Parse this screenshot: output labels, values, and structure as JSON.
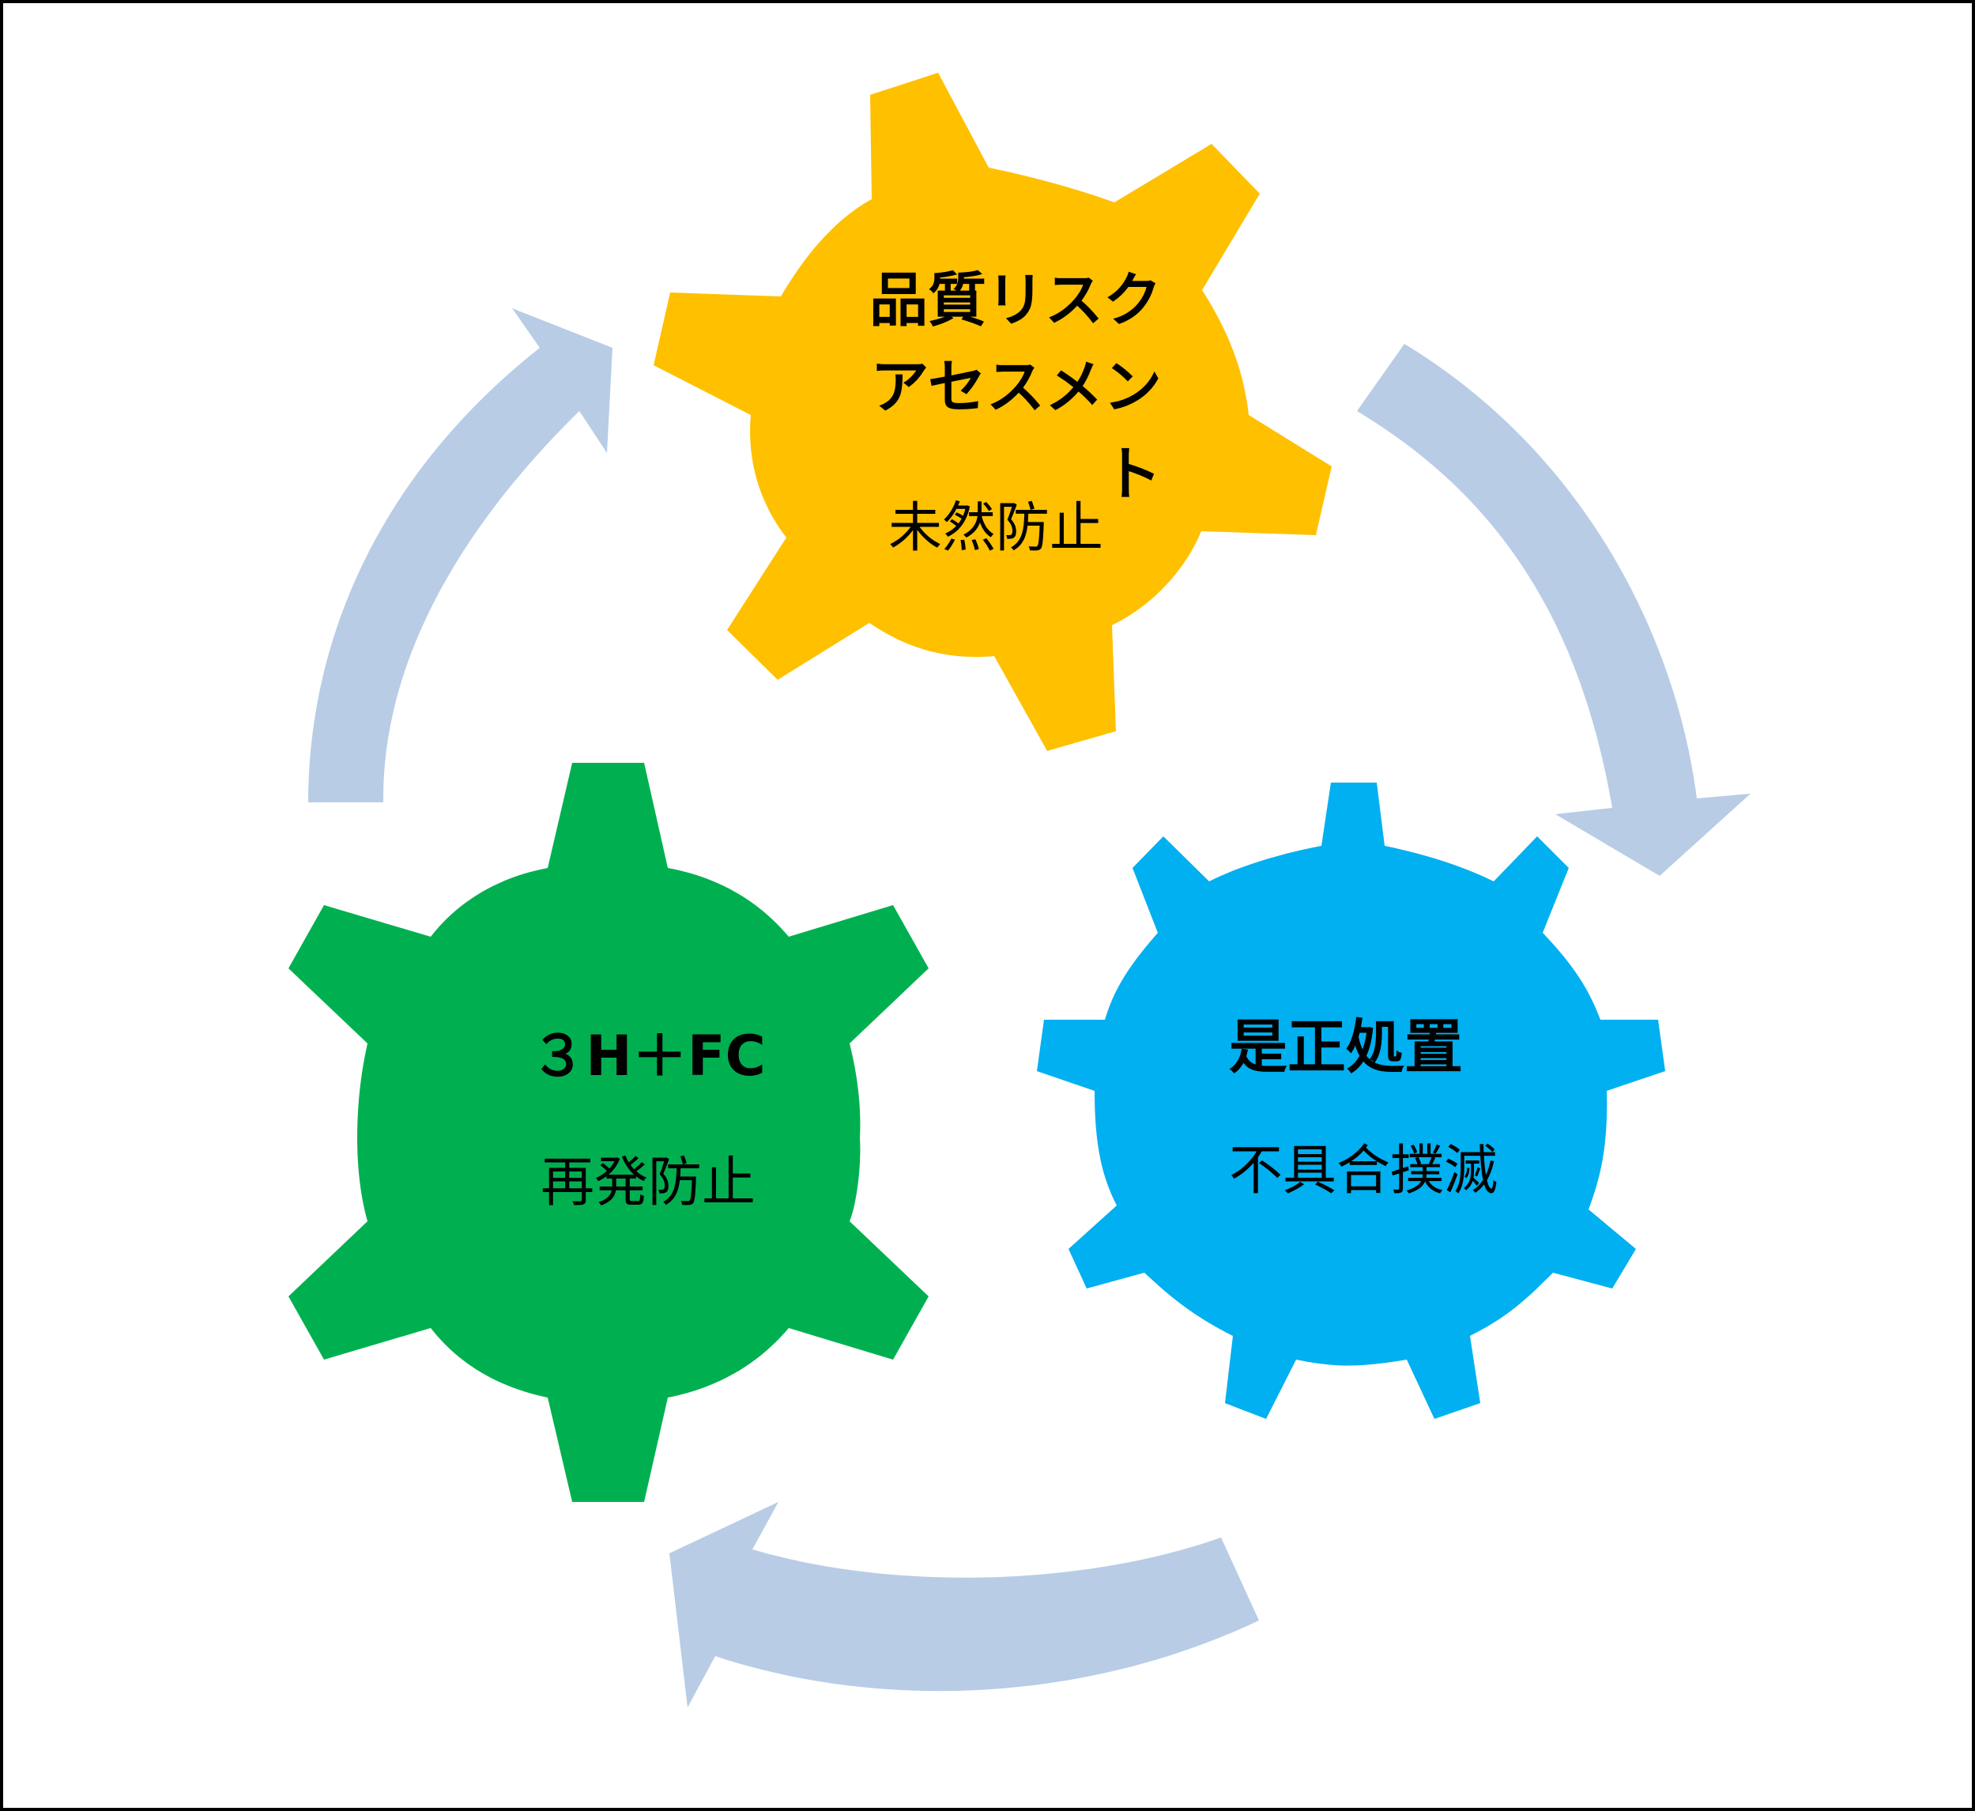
{
  "colors": {
    "top_gear": "#FFC000",
    "right_gear": "#00B0F0",
    "left_gear": "#00B050",
    "arrows": "#B8CCE6",
    "frame": "#000000",
    "text": "#000000"
  },
  "gears": {
    "top": {
      "title": "品質リスク\nアセスメント",
      "subtitle": "未然防止"
    },
    "right": {
      "title": "是正処置",
      "subtitle": "不具合撲滅"
    },
    "left": {
      "title": "３H＋FC",
      "subtitle": "再発防止"
    }
  }
}
